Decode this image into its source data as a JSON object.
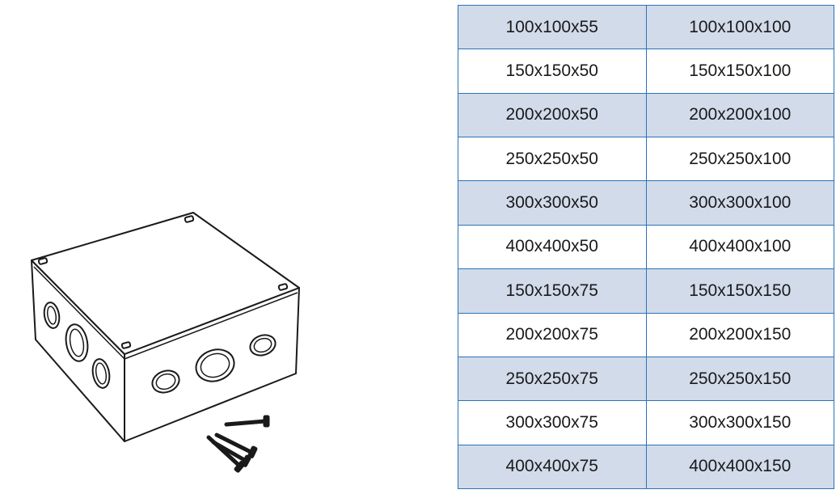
{
  "size_table": {
    "rows": [
      [
        "100x100x55",
        "100x100x100"
      ],
      [
        "150x150x50",
        "150x150x100"
      ],
      [
        "200x200x50",
        "200x200x100"
      ],
      [
        "250x250x50",
        "250x250x100"
      ],
      [
        "300x300x50",
        "300x300x100"
      ],
      [
        "400x400x50",
        "400x400x100"
      ],
      [
        "150x150x75",
        "150x150x150"
      ],
      [
        "200x200x75",
        "200x200x150"
      ],
      [
        "250x250x75",
        "250x250x150"
      ],
      [
        "300x300x75",
        "300x300x150"
      ],
      [
        "400x400x75",
        "400x400x150"
      ]
    ],
    "border_color": "#2a73b8",
    "shade_color": "#d2dbea"
  }
}
